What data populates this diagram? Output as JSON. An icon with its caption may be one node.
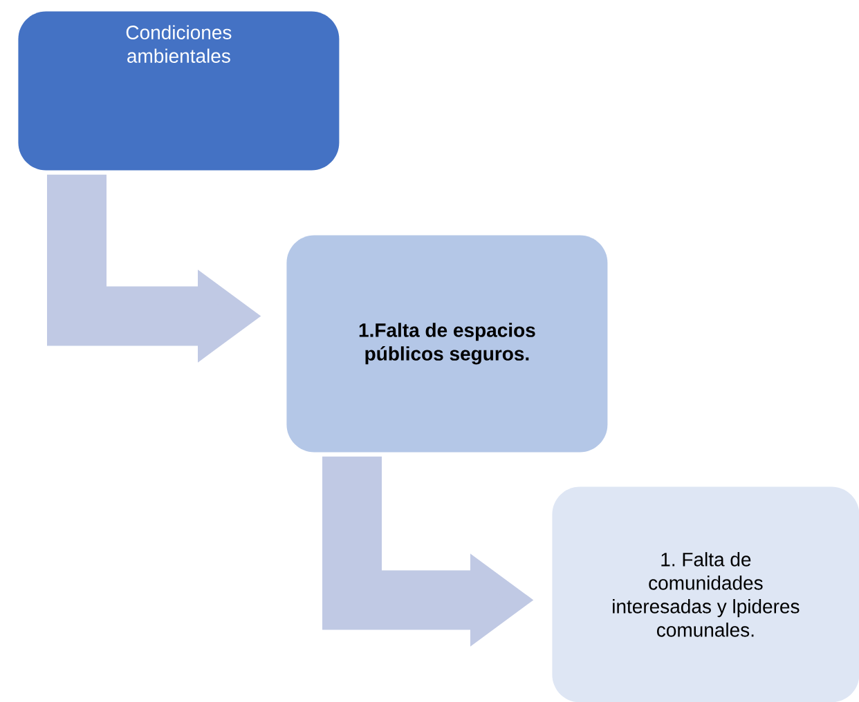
{
  "diagram": {
    "nodes": [
      {
        "text": [
          "Condiciones ambientales"
        ]
      },
      {
        "text": [
          "1.Falta de espacios públicos seguros."
        ]
      },
      {
        "text": [
          "1. Falta de comunidades interesadas y lpideres comunales."
        ]
      }
    ],
    "edges": [
      {
        "from": 0,
        "to": 1,
        "arrow": "to"
      },
      {
        "from": 1,
        "to": 2,
        "arrow": "to"
      }
    ]
  }
}
